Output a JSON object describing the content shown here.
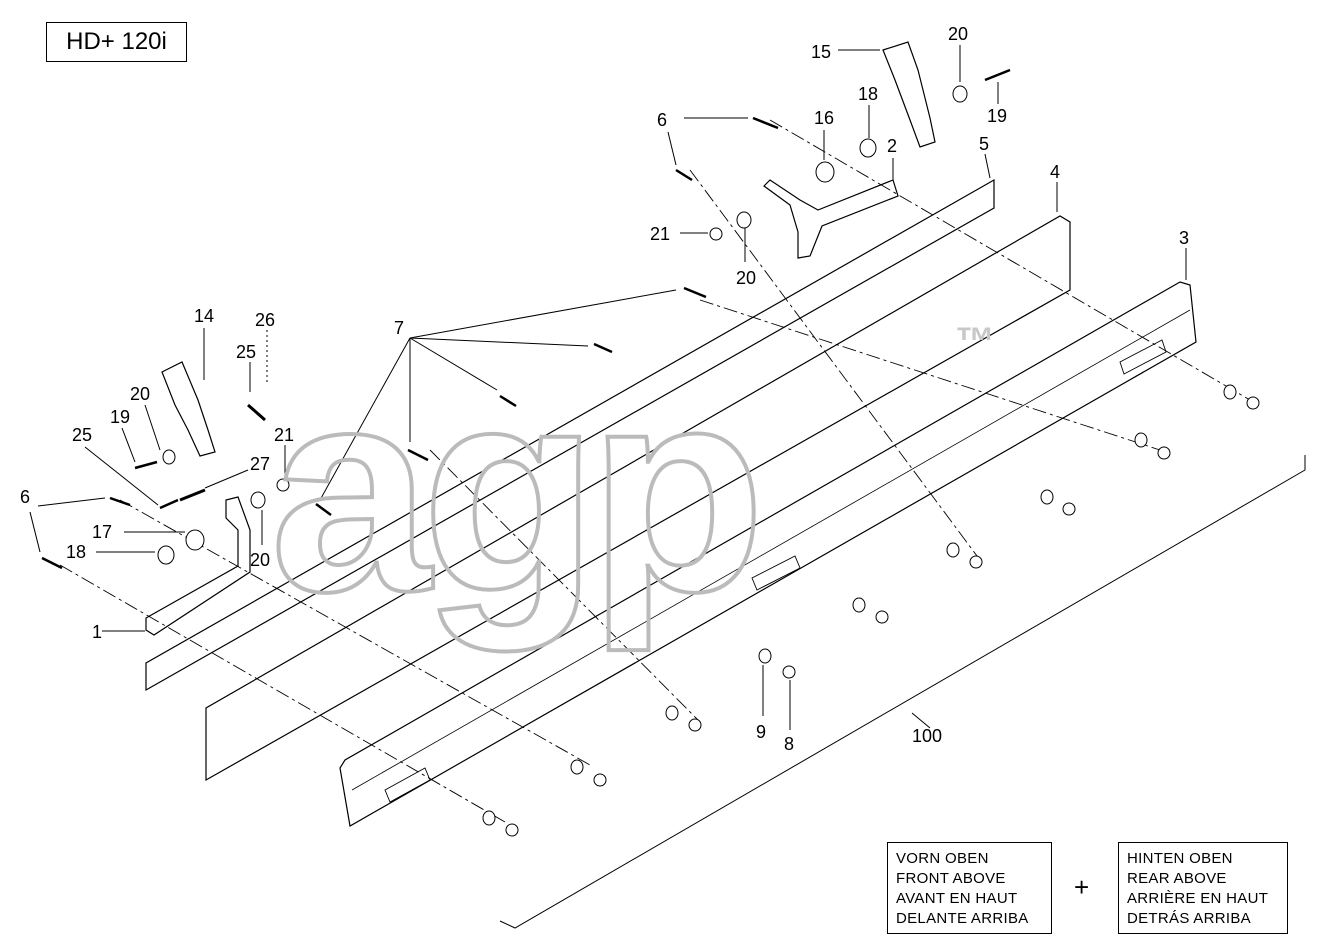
{
  "title": "HD+ 120i",
  "watermark": {
    "text": "agp",
    "trademark": "™"
  },
  "legend_front": [
    "VORN OBEN",
    "FRONT ABOVE",
    "AVANT EN HAUT",
    "DELANTE ARRIBA"
  ],
  "plus": "+",
  "legend_rear": [
    "HINTEN OBEN",
    "REAR ABOVE",
    "ARRIÈRE EN HAUT",
    "DETRÁS ARRIBA"
  ],
  "callouts": [
    "1",
    "2",
    "3",
    "4",
    "5",
    "6",
    "6",
    "7",
    "8",
    "9",
    "14",
    "15",
    "16",
    "17",
    "18",
    "18",
    "19",
    "19",
    "20",
    "20",
    "20",
    "20",
    "21",
    "21",
    "25",
    "25",
    "26",
    "27",
    "100"
  ]
}
